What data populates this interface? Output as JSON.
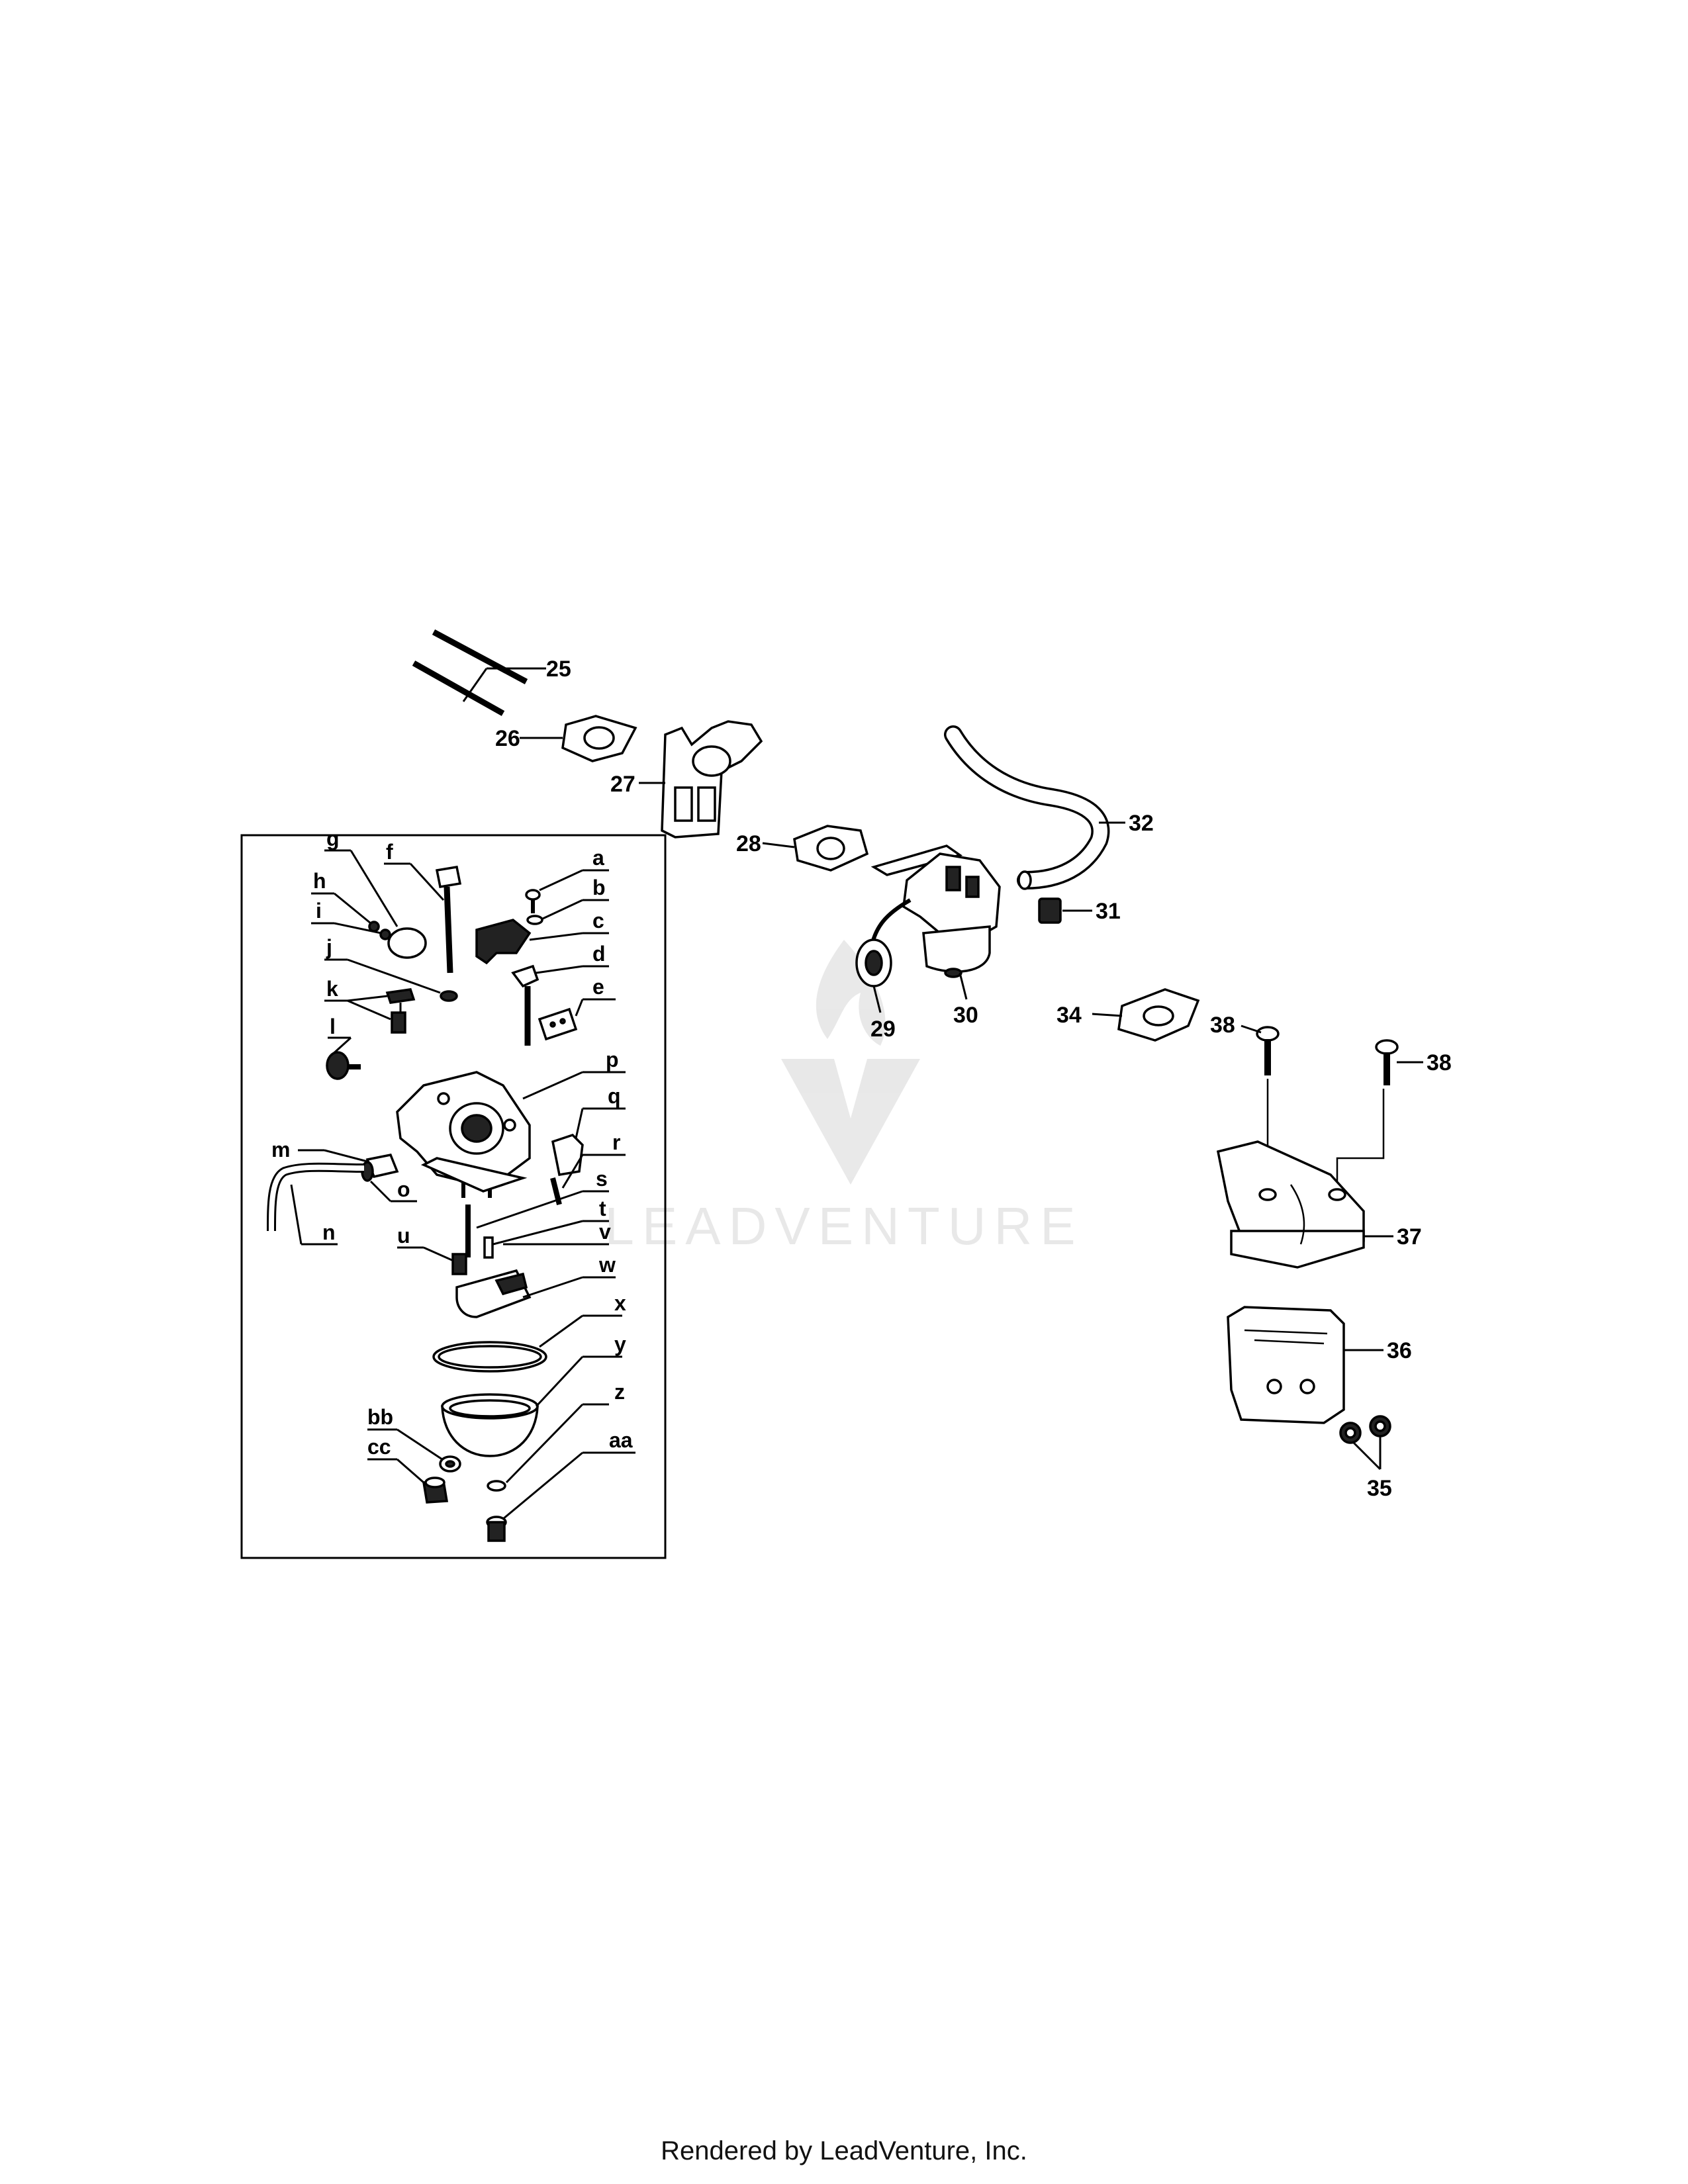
{
  "diagram": {
    "watermark": "LEADVENTURE",
    "callouts": [
      "25",
      "26",
      "27",
      "28",
      "29",
      "30",
      "31",
      "32",
      "34",
      "35",
      "36",
      "37",
      "38",
      "38"
    ],
    "inset_callouts": [
      "a",
      "b",
      "c",
      "d",
      "e",
      "f",
      "g",
      "h",
      "i",
      "j",
      "k",
      "l",
      "m",
      "n",
      "o",
      "p",
      "q",
      "r",
      "s",
      "t",
      "u",
      "v",
      "w",
      "x",
      "y",
      "z",
      "aa",
      "bb",
      "cc"
    ]
  },
  "footer": {
    "text": "Rendered by LeadVenture, Inc."
  }
}
